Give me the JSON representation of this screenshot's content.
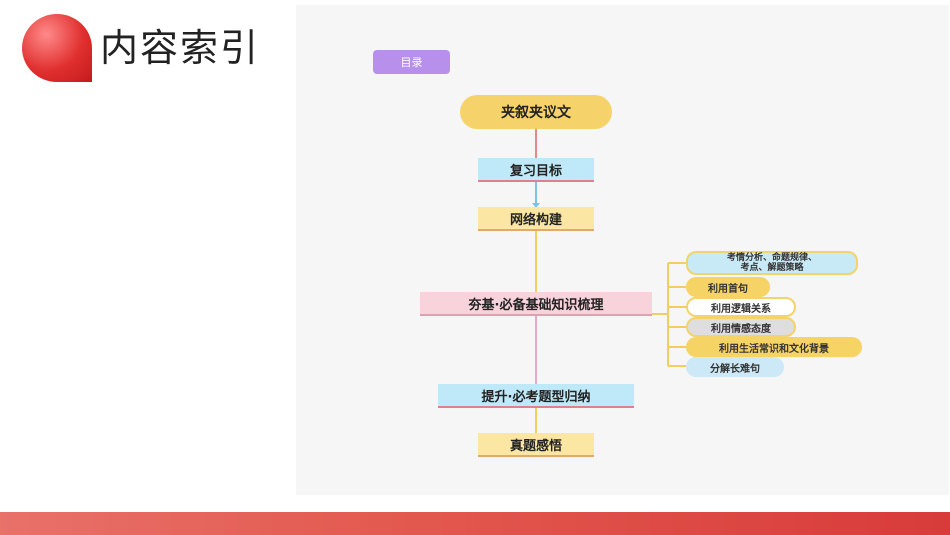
{
  "header": {
    "title": "内容索引"
  },
  "mindmap": {
    "tag": "目录",
    "root": "夹叙夹议文",
    "steps": [
      "复习目标",
      "网络构建",
      "夯基·必备基础知识梳理",
      "提升·必考题型归纳",
      "真题感悟"
    ],
    "branches": [
      {
        "line1": "考情分析、命题规律、",
        "line2": "考点、解题策略"
      },
      {
        "label": "利用首句"
      },
      {
        "label": "利用逻辑关系"
      },
      {
        "label": "利用情感态度"
      },
      {
        "label": "利用生活常识和文化背景"
      },
      {
        "label": "分解长难句"
      }
    ]
  },
  "colors": {
    "accent_red": "#d83b3a",
    "tag_purple": "#b690ea",
    "root_yellow": "#f6d36a",
    "box_blue": "#bfe8f8"
  }
}
